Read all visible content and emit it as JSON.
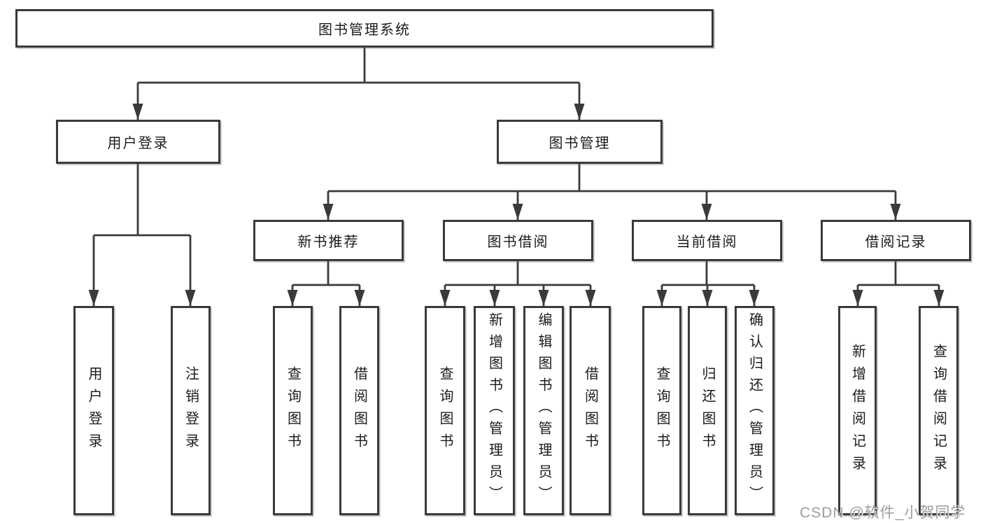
{
  "diagram": {
    "type": "hierarchy-tree",
    "title": "图书管理系统",
    "nodes": {
      "root": {
        "label": "图书管理系统"
      },
      "user_login": {
        "label": "用户登录"
      },
      "book_management": {
        "label": "图书管理"
      },
      "new_book_recommend": {
        "label": "新书推荐"
      },
      "book_borrow": {
        "label": "图书借阅"
      },
      "current_borrow": {
        "label": "当前借阅"
      },
      "borrow_records": {
        "label": "借阅记录"
      },
      "l_user_login": {
        "label": "用户登录"
      },
      "l_logout": {
        "label": "注销登录"
      },
      "l_query_book_a": {
        "label": "查询图书"
      },
      "l_borrow_book_a": {
        "label": "借阅图书"
      },
      "l_query_book_b": {
        "label": "查询图书"
      },
      "l_add_book": {
        "label": "新增图书（管理员）"
      },
      "l_edit_book": {
        "label": "编辑图书（管理员）"
      },
      "l_borrow_book_b": {
        "label": "借阅图书"
      },
      "l_query_book_c": {
        "label": "查询图书"
      },
      "l_return_book": {
        "label": "归还图书"
      },
      "l_confirm_return": {
        "label": "确认归还（管理员）"
      },
      "l_add_record": {
        "label": "新增借阅记录"
      },
      "l_query_record": {
        "label": "查询借阅记录"
      }
    },
    "hierarchy": [
      {
        "parent": "图书管理系统",
        "children": [
          "用户登录",
          "图书管理"
        ]
      },
      {
        "parent": "用户登录",
        "children": [
          "用户登录",
          "注销登录"
        ]
      },
      {
        "parent": "图书管理",
        "children": [
          "新书推荐",
          "图书借阅",
          "当前借阅",
          "借阅记录"
        ]
      },
      {
        "parent": "新书推荐",
        "children": [
          "查询图书",
          "借阅图书"
        ]
      },
      {
        "parent": "图书借阅",
        "children": [
          "查询图书",
          "新增图书（管理员）",
          "编辑图书（管理员）",
          "借阅图书"
        ]
      },
      {
        "parent": "当前借阅",
        "children": [
          "查询图书",
          "归还图书",
          "确认归还（管理员）"
        ]
      },
      {
        "parent": "借阅记录",
        "children": [
          "新增借阅记录",
          "查询借阅记录"
        ]
      }
    ],
    "watermark": "CSDN @软件_小贺同学",
    "colors": {
      "background": "#ffffff",
      "line": "#3a3a3a",
      "box_border": "#3a3a3a",
      "text": "#1b1b1b",
      "watermark": "#9d9d9d"
    }
  }
}
